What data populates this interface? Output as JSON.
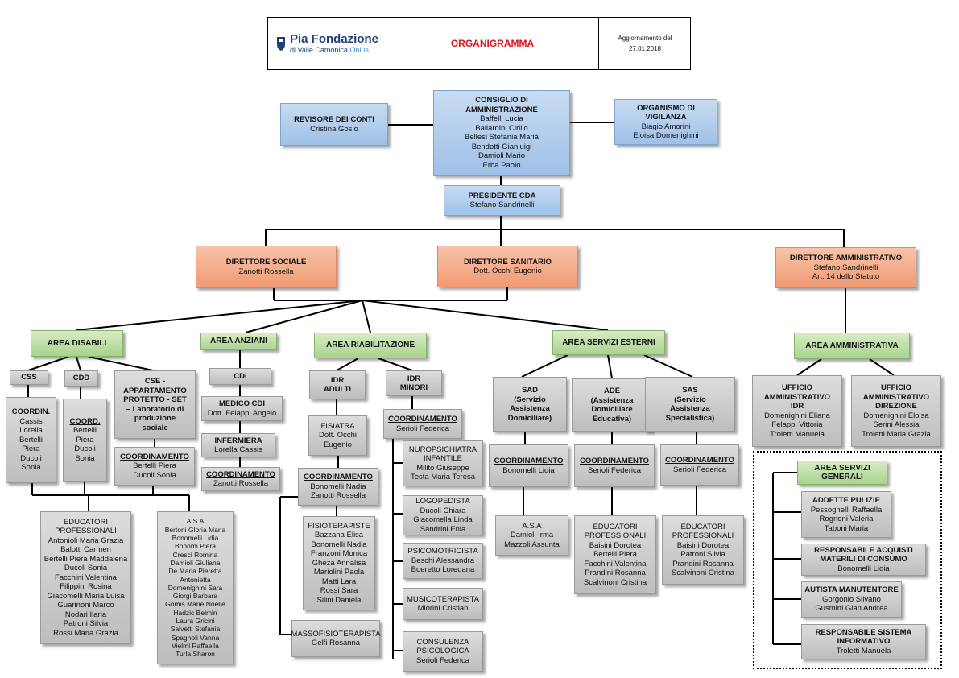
{
  "header": {
    "logo_main": "Pia Fondazione",
    "logo_sub_1": "di Valle Camonica",
    "logo_sub_2": "Onlus",
    "title": "ORGANIGRAMMA",
    "update_label": "Aggiornamento del",
    "update_date": "27.01.2018"
  },
  "top": {
    "revisore": {
      "title": "REVISORE DEI CONTI",
      "names": [
        "Cristina Gosio"
      ]
    },
    "consiglio": {
      "title_1": "CONSIGLIO DI",
      "title_2": "AMMINISTRAZIONE",
      "names": [
        "Baffelli Lucia",
        "Ballardini Cirillo",
        "Bellesi Stefania Marià",
        "Bendotti Gianluigi",
        "Damioli Mario",
        "Erba Paolo"
      ]
    },
    "organismo": {
      "title_1": "ORGANISMO DI",
      "title_2": "VIGILANZA",
      "names": [
        "Biagio Amorini",
        "Eloisa Domenighini"
      ]
    },
    "presidente": {
      "title": "PRESIDENTE CDA",
      "names": [
        "Stefano Sandrinelli"
      ]
    }
  },
  "directors": {
    "sociale": {
      "title": "DIRETTORE SOCIALE",
      "names": [
        "Zanotti Rossella"
      ]
    },
    "sanitario": {
      "title": "DIRETTORE SANITARIO",
      "names": [
        "Dott. Occhi Eugenio"
      ]
    },
    "amministrativo": {
      "title": "DIRETTORE AMMINISTRATIVO",
      "names": [
        "Stefano Sandrinelli",
        "Art. 14 dello Statuto"
      ]
    }
  },
  "areas": {
    "disabili": "AREA DISABILI",
    "anziani": "AREA ANZIANI",
    "riabilitazione": "AREA RIABILITAZIONE",
    "servizi_esterni": "AREA SERVIZI ESTERNI",
    "amministrativa": "AREA AMMINISTRATIVA",
    "servizi_generali": "AREA SERVIZI GENERALI"
  },
  "disabili": {
    "css": "CSS",
    "cdd": "CDD",
    "cse": [
      "CSE -",
      "APPARTAMENTO",
      "PROTETTO - SET",
      "– Laboratorio di",
      "produzione",
      "sociale"
    ],
    "css_coord": {
      "title": "COORDIN.",
      "names": [
        "Cassis",
        "Lorella",
        "Bertelli",
        "Piera",
        "Ducoli",
        "Sonia"
      ]
    },
    "cdd_coord": {
      "title": "COORD.",
      "names": [
        "Bertelli",
        "Piera",
        "Ducoli",
        "Sonia"
      ]
    },
    "cse_coord": {
      "title": "COORDINAMENTO",
      "names": [
        "Bertelli Piera",
        "Ducoli Sonia"
      ]
    },
    "educatori": {
      "title_1": "EDUCATORI",
      "title_2": "PROFESSIONALI",
      "names": [
        "Antonioli Maria Grazia",
        "Balotti Carmen",
        "Bertelli Piera Maddalena",
        "Ducoli Sonia",
        "Facchini Valentina",
        "Filippini Rosina",
        "Giacomelli Maria Luisa",
        "Guarinoni Marco",
        "Nodari Ilaria",
        "Patroni Silvia",
        "Rossi Maria Grazia"
      ]
    },
    "asa": {
      "title": "A.S.A",
      "names": [
        "Bertoni Gloria Maria",
        "Bonomelli Lidia",
        "Bonomi Piera",
        "Cresci Romina",
        "Damioli Giuliana",
        "De Maria Pieretta",
        "Antonietta",
        "Domenighini Sara",
        "Giorgi Barbara",
        "Gomis Marie Noelle",
        "Hadzic Belmin",
        "Laura Gricini",
        "Salvetti Stefania",
        "Spagnoli Vanna",
        "Vielmi Raffaella",
        "Turla Sharon"
      ]
    }
  },
  "anziani": {
    "cdi": "CDI",
    "medico": {
      "title": "MEDICO CDI",
      "names": [
        "Dott. Felappi Angelo"
      ]
    },
    "infermiera": {
      "title": "INFERMIERA",
      "names": [
        "Lorella Cassis"
      ]
    },
    "coord": {
      "title": "COORDINAMENTO",
      "names": [
        "Zanotti Rossella"
      ]
    }
  },
  "riabilitazione": {
    "idr_adulti": [
      "IDR",
      "ADULTI"
    ],
    "idr_minori": [
      "IDR",
      "MINORI"
    ],
    "fisiatra": {
      "title": "FISIATRA",
      "names": [
        "Dott. Occhi",
        "Eugenio"
      ]
    },
    "coord_adulti": {
      "title": "COORDINAMENTO",
      "names": [
        "Bonomelli Nadia",
        "Zanotti Rossella"
      ]
    },
    "fisioterapiste": {
      "title": "FISIOTERAPISTE",
      "names": [
        "Bazzana Elisa",
        "Bonomelli Nadia",
        "Franzoni Monica",
        "Gheza Annalisa",
        "Mariolini Paola",
        "Matti Lara",
        "Rossi Sara",
        "Silini Daniela"
      ]
    },
    "massofisio": {
      "title": "MASSOFISIOTERAPISTA",
      "names": [
        "Gelfi Rosanna"
      ]
    },
    "coord_minori": {
      "title": "COORDINAMENTO",
      "names": [
        "Serioli Federica"
      ]
    },
    "neuropsichiatra": {
      "title_1": "NUROPSICHIATRA",
      "title_2": "INFANTILE",
      "names": [
        "Milito Giuseppe",
        "Testa Maria Teresa"
      ]
    },
    "logopedista": {
      "title": "LOGOPEDISTA",
      "names": [
        "Ducoli Chiara",
        "Giacomella Linda",
        "Sandrini Enia"
      ]
    },
    "psicomotricista": {
      "title": "PSICOMOTRICISTA",
      "names": [
        "Beschi Alessandra",
        "Boeretto Loredana"
      ]
    },
    "musicoterapista": {
      "title": "MUSICOTERAPISTA",
      "names": [
        "Miorini Cristian"
      ]
    },
    "consulenza": {
      "title_1": "CONSULENZA",
      "title_2": "PSICOLOGICA",
      "names": [
        "Serioli Federica"
      ]
    }
  },
  "servizi_esterni": {
    "sad": [
      "SAD",
      "(Servizio",
      "Assistenza",
      "Domiciliare)"
    ],
    "ade": [
      "ADE",
      "(Assistenza",
      "Domiciliare",
      "Educativa)"
    ],
    "sas": [
      "SAS",
      "(Servizio",
      "Assistenza",
      "Specialistica)"
    ],
    "sad_coord": {
      "title": "COORDINAMENTO",
      "names": [
        "Bonomelli Lidia"
      ]
    },
    "ade_coord": {
      "title": "COORDINAMENTO",
      "names": [
        "Serioli Federica"
      ]
    },
    "sas_coord": {
      "title": "COORDINAMENTO",
      "names": [
        "Serioli Federica"
      ]
    },
    "sad_asa": {
      "title": "A.S.A",
      "names": [
        "Damioli Irma",
        "Mazzoli Assunta"
      ]
    },
    "ade_educatori": {
      "title_1": "EDUCATORI",
      "title_2": "PROFESSIONALI",
      "names": [
        "Baisini Dorotea",
        "Bertelli Piera",
        "Facchini Valentina",
        "Prandini Rosanna",
        "Scalvinoni Cristina"
      ]
    },
    "sas_educatori": {
      "title_1": "EDUCATORI",
      "title_2": "PROFESSIONALI",
      "names": [
        "Baisini Dorotea",
        "Patroni Silvia",
        "Prandini Rosanna",
        "Scalvinoni Cristina"
      ]
    }
  },
  "amministrativa": {
    "idr": {
      "title_1": "UFFICIO",
      "title_2": "AMMINISTRATIVO",
      "title_3": "IDR",
      "names": [
        "Domenighini Eliana",
        "Felappi Vittoria",
        "Troletti Manuela"
      ]
    },
    "direzione": {
      "title_1": "UFFICIO",
      "title_2": "AMMINISTRATIVO",
      "title_3": "DIREZIONE",
      "names": [
        "Domenighini Eloisa",
        "Serini Alessia",
        "Troletti Maria Grazia"
      ]
    }
  },
  "servizi_generali": {
    "pulizie": {
      "title": "ADDETTE PULIZIE",
      "names": [
        "Pessognelli Raffaella",
        "Rognoni Valeria",
        "Taboni Maria"
      ]
    },
    "acquisti": {
      "title_1": "RESPONSABILE ACQUISTI",
      "title_2": "MATERILI DI CONSUMO",
      "names": [
        "Bonomelli Lidia"
      ]
    },
    "autista": {
      "title": "AUTISTA MANUTENTORE",
      "names": [
        "Gorgonio Silvano",
        "Gusmini Gian Andrea"
      ]
    },
    "sistema": {
      "title_1": "RESPONSABILE SISTEMA",
      "title_2": "INFORMATIVO",
      "names": [
        "Troletti Manuela"
      ]
    }
  }
}
